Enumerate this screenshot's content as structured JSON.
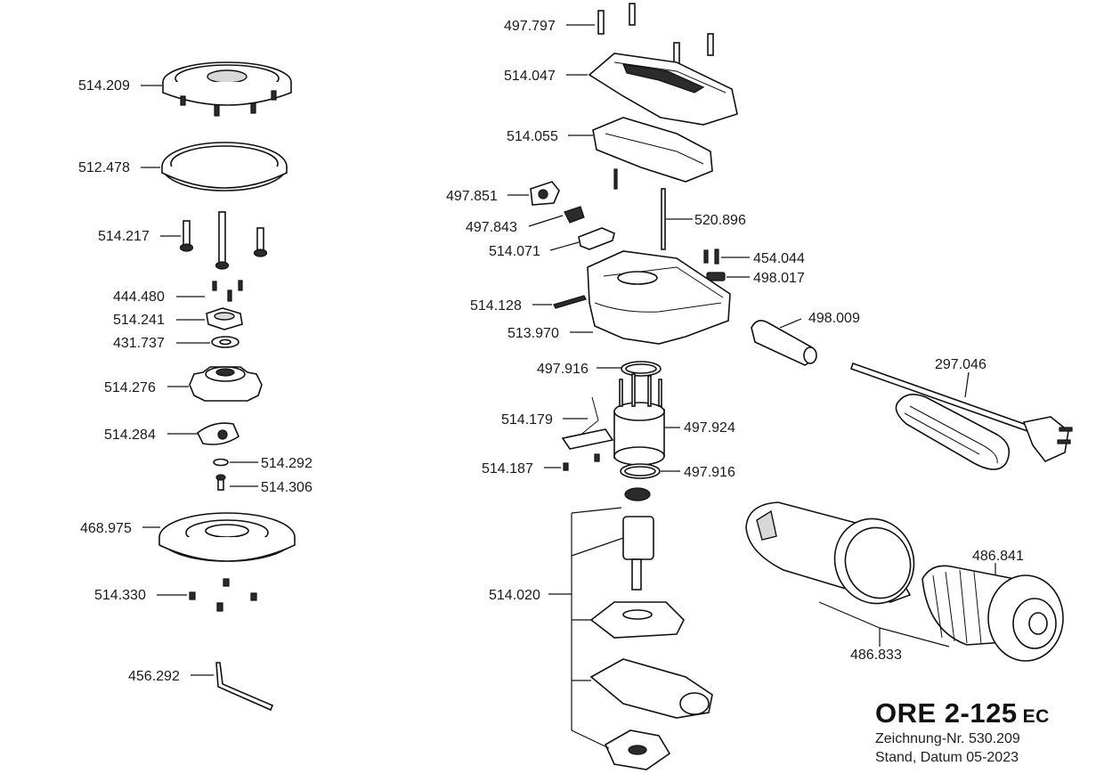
{
  "diagram": {
    "labels": [
      "514.209",
      "512.478",
      "514.217",
      "444.480",
      "514.241",
      "431.737",
      "514.276",
      "514.284",
      "514.292",
      "514.306",
      "468.975",
      "514.330",
      "456.292",
      "497.797",
      "514.047",
      "514.055",
      "497.851",
      "497.843",
      "514.071",
      "520.896",
      "454.044",
      "498.017",
      "514.128",
      "513.970",
      "498.009",
      "297.046",
      "497.916",
      "514.179",
      "497.924",
      "514.187",
      "497.916",
      "514.020",
      "486.841",
      "486.833"
    ]
  },
  "title_block": {
    "model": "ORE 2-125",
    "model_suffix": "EC",
    "drawing_number": "Zeichnung-Nr. 530.209",
    "date": "Stand, Datum 05-2023"
  }
}
